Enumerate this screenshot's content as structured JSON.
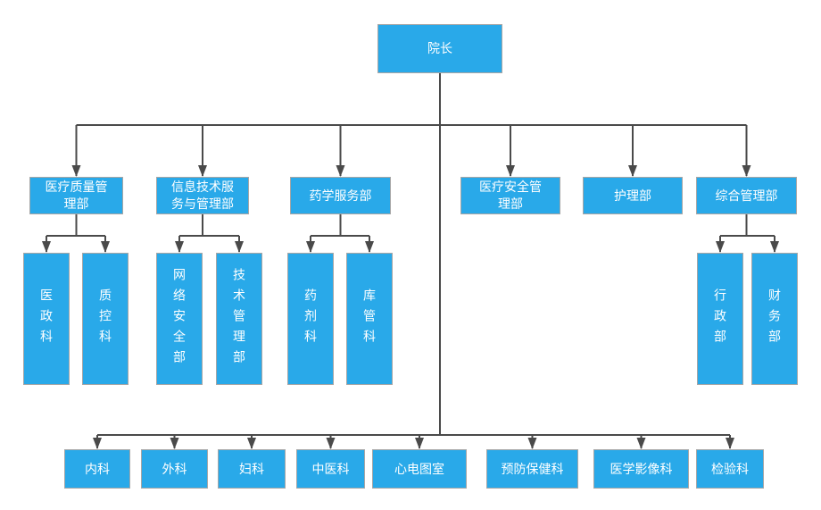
{
  "style": {
    "box_fill": "#29A9E9",
    "box_border": "#A6A6A6",
    "line_color": "#4A4A4A",
    "text_color": "#FFFFFF",
    "background": "#FFFFFF"
  },
  "org": {
    "root": {
      "label": "院长"
    },
    "departments": [
      {
        "label": "医疗质量管理部",
        "children": [
          {
            "label": "医政科"
          },
          {
            "label": "质控科"
          }
        ]
      },
      {
        "label": "信息技术服务与管理部",
        "children": [
          {
            "label": "网络安全部"
          },
          {
            "label": "技术管理部"
          }
        ]
      },
      {
        "label": "药学服务部",
        "children": [
          {
            "label": "药剂科"
          },
          {
            "label": "库管科"
          }
        ]
      },
      {
        "label": "医疗安全管理部",
        "children": []
      },
      {
        "label": "护理部",
        "children": []
      },
      {
        "label": "综合管理部",
        "children": [
          {
            "label": "行政部"
          },
          {
            "label": "财务部"
          }
        ]
      }
    ],
    "clinical_departments": [
      {
        "label": "内科"
      },
      {
        "label": "外科"
      },
      {
        "label": "妇科"
      },
      {
        "label": "中医科"
      },
      {
        "label": "心电图室"
      },
      {
        "label": "预防保健科"
      },
      {
        "label": "医学影像科"
      },
      {
        "label": "检验科"
      }
    ]
  }
}
